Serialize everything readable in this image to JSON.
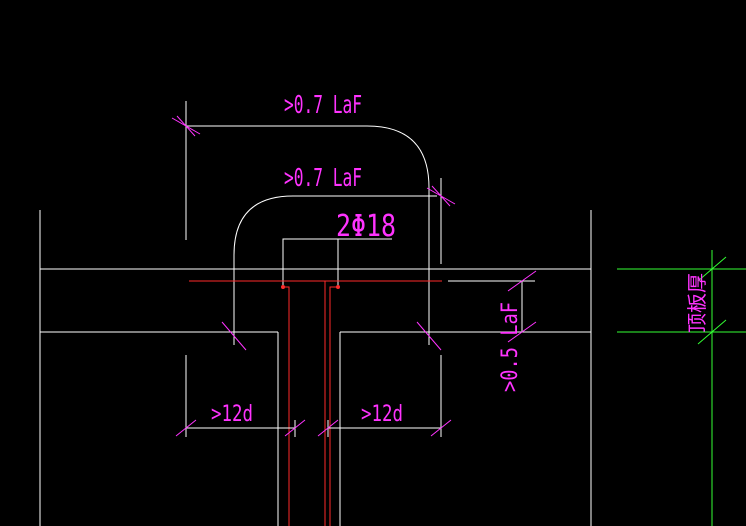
{
  "colors": {
    "background": "#000000",
    "structure": "#ffffff",
    "rebar": "#ff2a2a",
    "dimension": "#ff33ff",
    "slab_dimension": "#33ff33"
  },
  "labels": {
    "outer_anchor": ">0.7 LaF",
    "inner_anchor": ">0.7 LaF",
    "bar_spec": "2Φ18",
    "left_hook": ">12d",
    "right_hook": ">12d",
    "vertical_anchor": ">0.5 LaF",
    "slab_thickness": "顶板厚"
  }
}
